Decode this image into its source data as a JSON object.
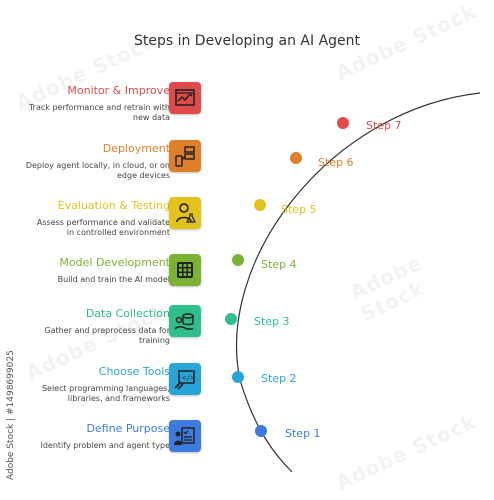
{
  "title": "Steps in Developing an AI Agent",
  "side_text": "Adobe Stock | #1498699025",
  "watermark": "Adobe Stock",
  "steps": [
    {
      "num": "Step 7",
      "title": "Monitor & Improve",
      "desc1": "Track performance and retrain with",
      "desc2": "new data",
      "color": "#e04a4a",
      "icon": "monitor-chart-icon"
    },
    {
      "num": "Step 6",
      "title": "Deployment",
      "desc1": "Deploy agent locally, in cloud, or on",
      "desc2": "edge devices",
      "color": "#e07f2a",
      "icon": "server-deploy-icon"
    },
    {
      "num": "Step 5",
      "title": "Evaluation & Testing",
      "desc1": "Assess performance and validate",
      "desc2": "in controlled environment",
      "color": "#e3c31b",
      "icon": "tester-flask-icon"
    },
    {
      "num": "Step 4",
      "title": "Model Development",
      "desc1": "Build and train the AI model",
      "desc2": "",
      "color": "#7ab233",
      "icon": "model-grid-icon"
    },
    {
      "num": "Step 3",
      "title": "Data Collection",
      "desc1": "Gather and preprocess data for",
      "desc2": "training",
      "color": "#2fbf8a",
      "icon": "data-gather-icon"
    },
    {
      "num": "Step 2",
      "title": "Choose Tools",
      "desc1": "Select programming languages,",
      "desc2": "libraries, and frameworks",
      "color": "#27a4d8",
      "icon": "tools-code-icon"
    },
    {
      "num": "Step 1",
      "title": "Define Purpose",
      "desc1": "Identify problem and agent type",
      "desc2": "",
      "color": "#3d7be0",
      "icon": "purpose-checklist-icon"
    }
  ]
}
